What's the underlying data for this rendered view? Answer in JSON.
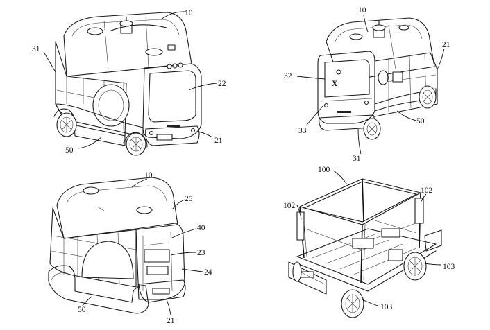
{
  "figures": {
    "top_left": {
      "labels": {
        "a": "10",
        "b": "31",
        "c": "22",
        "d": "50",
        "e": "21"
      }
    },
    "top_right": {
      "labels": {
        "a": "10",
        "b": "21",
        "c": "32",
        "d": "33",
        "e": "50",
        "f": "31"
      }
    },
    "bottom_left": {
      "labels": {
        "a": "10",
        "b": "25",
        "c": "40",
        "d": "23",
        "e": "24",
        "f": "50",
        "g": "21"
      }
    },
    "bottom_right": {
      "labels": {
        "a": "100",
        "b": "102",
        "c": "102",
        "d": "103",
        "e": "103"
      }
    }
  },
  "colors": {
    "line": "#1a1a1a",
    "paper": "#ffffff"
  }
}
